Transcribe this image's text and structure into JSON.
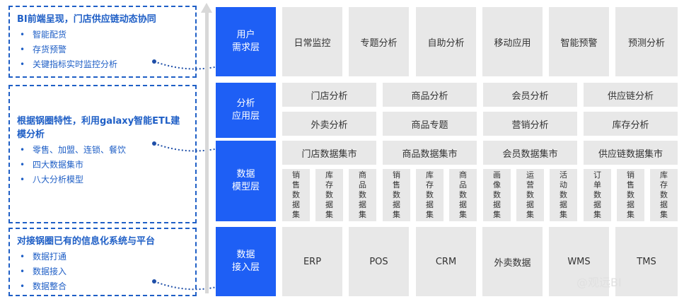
{
  "notes": [
    {
      "title": "BI前端呈现，门店供应链动态协同",
      "items": [
        "智能配货",
        "存货预警",
        "关键指标实时监控分析"
      ]
    },
    {
      "title": "根据锅圈特性，利用galaxy智能ETL建模分析",
      "items": [
        "零售、加盟、连锁、餐饮",
        "四大数据集市",
        "八大分析模型"
      ]
    },
    {
      "title": "对接锅圈已有的信息化系统与平台",
      "items": [
        "数据打通",
        "数据接入",
        "数据整合"
      ]
    }
  ],
  "layers": [
    {
      "label": "用户\n需求层"
    },
    {
      "label": "分析\n应用层"
    },
    {
      "label": "数据\n模型层"
    },
    {
      "label": "数据\n接入层"
    }
  ],
  "demand_row": [
    "日常监控",
    "专题分析",
    "自助分析",
    "移动应用",
    "智能预警",
    "预测分析"
  ],
  "analysis_row1": [
    "门店分析",
    "商品分析",
    "会员分析",
    "供应链分析"
  ],
  "analysis_row2": [
    "外卖分析",
    "商品专题",
    "营销分析",
    "库存分析"
  ],
  "data_marts": [
    "门店数据集市",
    "商品数据集市",
    "会员数据集市",
    "供应链数据集市"
  ],
  "datasets": [
    "销售数据集",
    "库存数据集",
    "商品数据集",
    "销售数据集",
    "库存数据集",
    "商品数据集",
    "画像数据集",
    "运营数据集",
    "活动数据集",
    "订单数据集",
    "销售数据集",
    "库存数据集"
  ],
  "access_row": [
    "ERP",
    "POS",
    "CRM",
    "外卖数据",
    "WMS",
    "TMS"
  ],
  "watermark": "@观远BI",
  "colors": {
    "accent": "#1e5ff5",
    "note_text": "#1f5fc6",
    "cell_bg": "#e8e8e8",
    "connector": "#1f4fa8"
  }
}
